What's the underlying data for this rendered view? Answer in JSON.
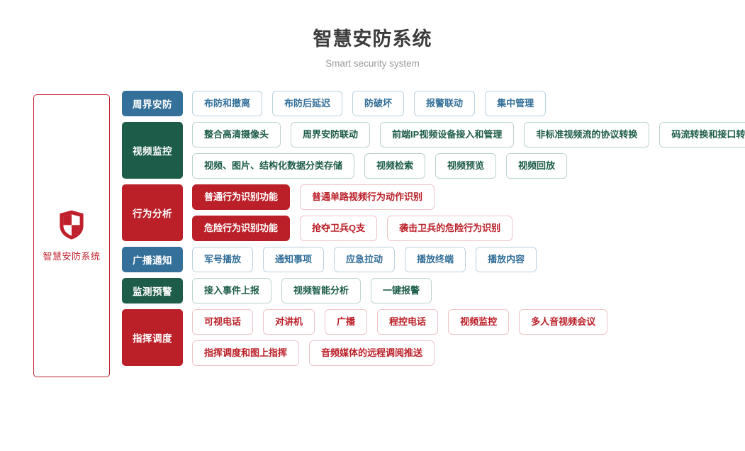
{
  "header": {
    "title": "智慧安防系统",
    "subtitle": "Smart security system"
  },
  "brand": {
    "icon": "shield-icon",
    "label": "智慧安防系统",
    "color": "#c0202c"
  },
  "colors": {
    "blue": "#35709a",
    "green": "#1d5c49",
    "red": "#bb2029",
    "title": "#3c3c3c",
    "subtitle": "#9b9b9b"
  },
  "rows": [
    {
      "category": "周界安防",
      "theme": "blue",
      "lines": [
        [
          {
            "label": "布防和撤离",
            "style": "outline"
          },
          {
            "label": "布防后延迟",
            "style": "outline"
          },
          {
            "label": "防破坏",
            "style": "outline"
          },
          {
            "label": "报警联动",
            "style": "outline"
          },
          {
            "label": "集中管理",
            "style": "outline"
          }
        ]
      ]
    },
    {
      "category": "视频监控",
      "theme": "green",
      "lines": [
        [
          {
            "label": "整合高清摄像头",
            "style": "outline"
          },
          {
            "label": "周界安防联动",
            "style": "outline"
          },
          {
            "label": "前端IP视频设备接入和管理",
            "style": "outline"
          },
          {
            "label": "非标准视频流的协议转换",
            "style": "outline"
          },
          {
            "label": "码流转换和接口转换",
            "style": "outline"
          }
        ],
        [
          {
            "label": "视频、图片、结构化数据分类存储",
            "style": "outline"
          },
          {
            "label": "视频检索",
            "style": "outline"
          },
          {
            "label": "视频预览",
            "style": "outline"
          },
          {
            "label": "视频回放",
            "style": "outline"
          }
        ]
      ]
    },
    {
      "category": "行为分析",
      "theme": "red",
      "lines": [
        [
          {
            "label": "普通行为识别功能",
            "style": "filled"
          },
          {
            "label": "普通单路视频行为动作识别",
            "style": "outline"
          }
        ],
        [
          {
            "label": "危险行为识别功能",
            "style": "filled"
          },
          {
            "label": "抢夺卫兵Q支",
            "style": "outline"
          },
          {
            "label": "袭击卫兵的危险行为识别",
            "style": "outline"
          }
        ]
      ]
    },
    {
      "category": "广播通知",
      "theme": "blue",
      "lines": [
        [
          {
            "label": "军号播放",
            "style": "outline"
          },
          {
            "label": "通知事项",
            "style": "outline"
          },
          {
            "label": "应急拉动",
            "style": "outline"
          },
          {
            "label": "播放终端",
            "style": "outline"
          },
          {
            "label": "播放内容",
            "style": "outline"
          }
        ]
      ]
    },
    {
      "category": "监测预警",
      "theme": "green",
      "lines": [
        [
          {
            "label": "接入事件上报",
            "style": "outline"
          },
          {
            "label": "视频智能分析",
            "style": "outline"
          },
          {
            "label": "一键报警",
            "style": "outline"
          }
        ]
      ]
    },
    {
      "category": "指挥调度",
      "theme": "red",
      "lines": [
        [
          {
            "label": "可视电话",
            "style": "outline"
          },
          {
            "label": "对讲机",
            "style": "outline"
          },
          {
            "label": "广播",
            "style": "outline"
          },
          {
            "label": "程控电话",
            "style": "outline"
          },
          {
            "label": "视频监控",
            "style": "outline"
          },
          {
            "label": "多人音视频会议",
            "style": "outline"
          }
        ],
        [
          {
            "label": "指挥调度和图上指挥",
            "style": "outline"
          },
          {
            "label": "音频媒体的远程调阅推送",
            "style": "outline"
          }
        ]
      ]
    }
  ]
}
